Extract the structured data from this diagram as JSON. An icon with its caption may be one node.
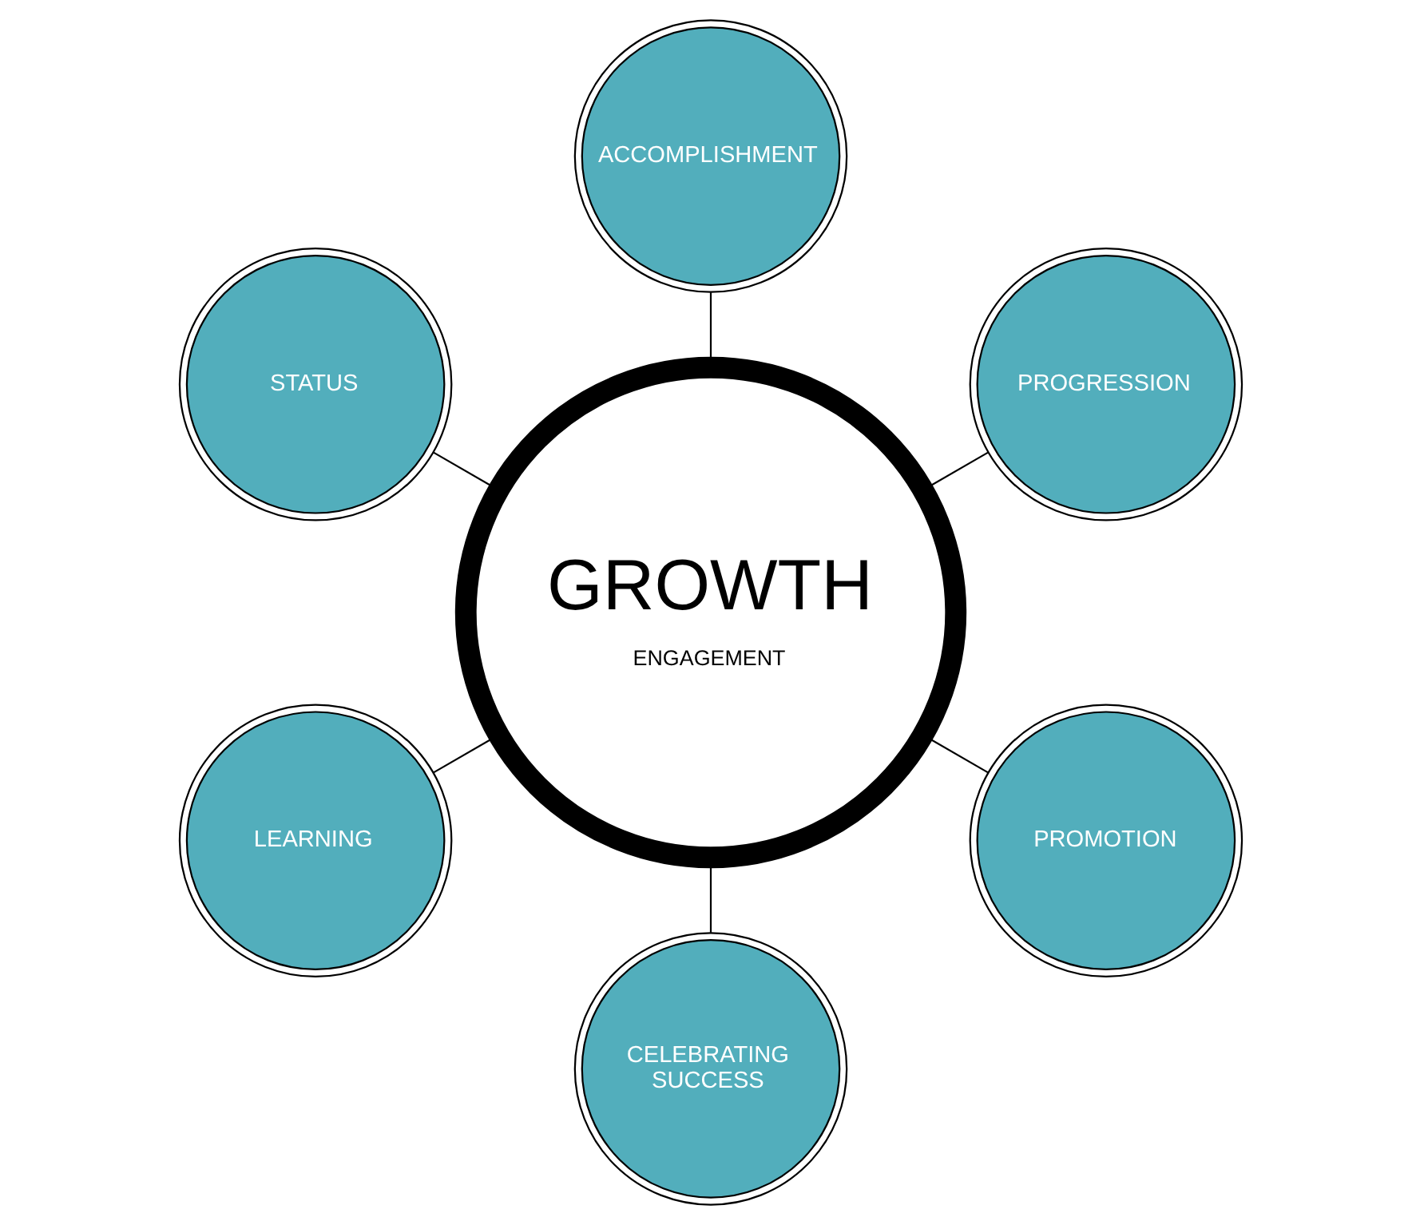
{
  "diagram": {
    "nodes": [
      {
        "text": [
          "GROWTH",
          "ENGAGEMENT"
        ]
      },
      {
        "text": [
          "STATUS"
        ]
      },
      {
        "text": [
          "ACCOMPLISHMENT"
        ]
      },
      {
        "text": [
          "PROGRESSION"
        ]
      },
      {
        "text": [
          "PROMOTION"
        ]
      },
      {
        "text": [
          "CELEBRATING SUCCESS"
        ]
      },
      {
        "text": [
          "LEARNING"
        ]
      }
    ],
    "edges": [
      {
        "from": 1,
        "to": 0,
        "arrow": "none"
      },
      {
        "from": 2,
        "to": 0,
        "arrow": "none"
      },
      {
        "from": 3,
        "to": 0,
        "arrow": "none"
      },
      {
        "from": 4,
        "to": 0,
        "arrow": "none"
      },
      {
        "from": 5,
        "to": 0,
        "arrow": "none"
      },
      {
        "from": 6,
        "to": 0,
        "arrow": "none"
      }
    ]
  }
}
